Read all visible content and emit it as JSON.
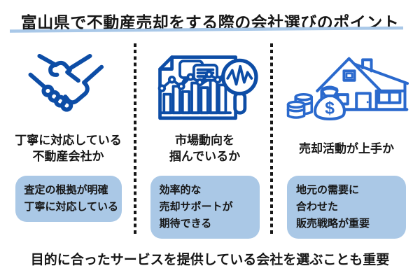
{
  "title": "富山県で不動産売却をする際の会社選びのポイント",
  "footer": "目的に合ったサービスを提供している会社を選ぶことも重要",
  "colors": {
    "icon_blue": "#0d4da6",
    "icon_blue_light": "#2a69cd",
    "underline": "#a9c8e8",
    "box_fill": "#aac8e6",
    "text": "#171717"
  },
  "columns": [
    {
      "icon": "handshake-icon",
      "heading_lines": [
        "丁寧に対応している",
        "不動産会社か"
      ],
      "box_lines": [
        "査定の根拠が明確",
        "丁寧に対応している"
      ]
    },
    {
      "icon": "market-chart-magnifier-icon",
      "heading_lines": [
        "市場動向を",
        "掴んでいるか"
      ],
      "box_lines": [
        "効率的な",
        "売却サポートが",
        "期待できる"
      ]
    },
    {
      "icon": "house-money-icon",
      "heading_lines": [
        "売却活動が上手か"
      ],
      "box_lines": [
        "地元の需要に",
        "合わせた",
        "販売戦略が重要"
      ]
    }
  ]
}
